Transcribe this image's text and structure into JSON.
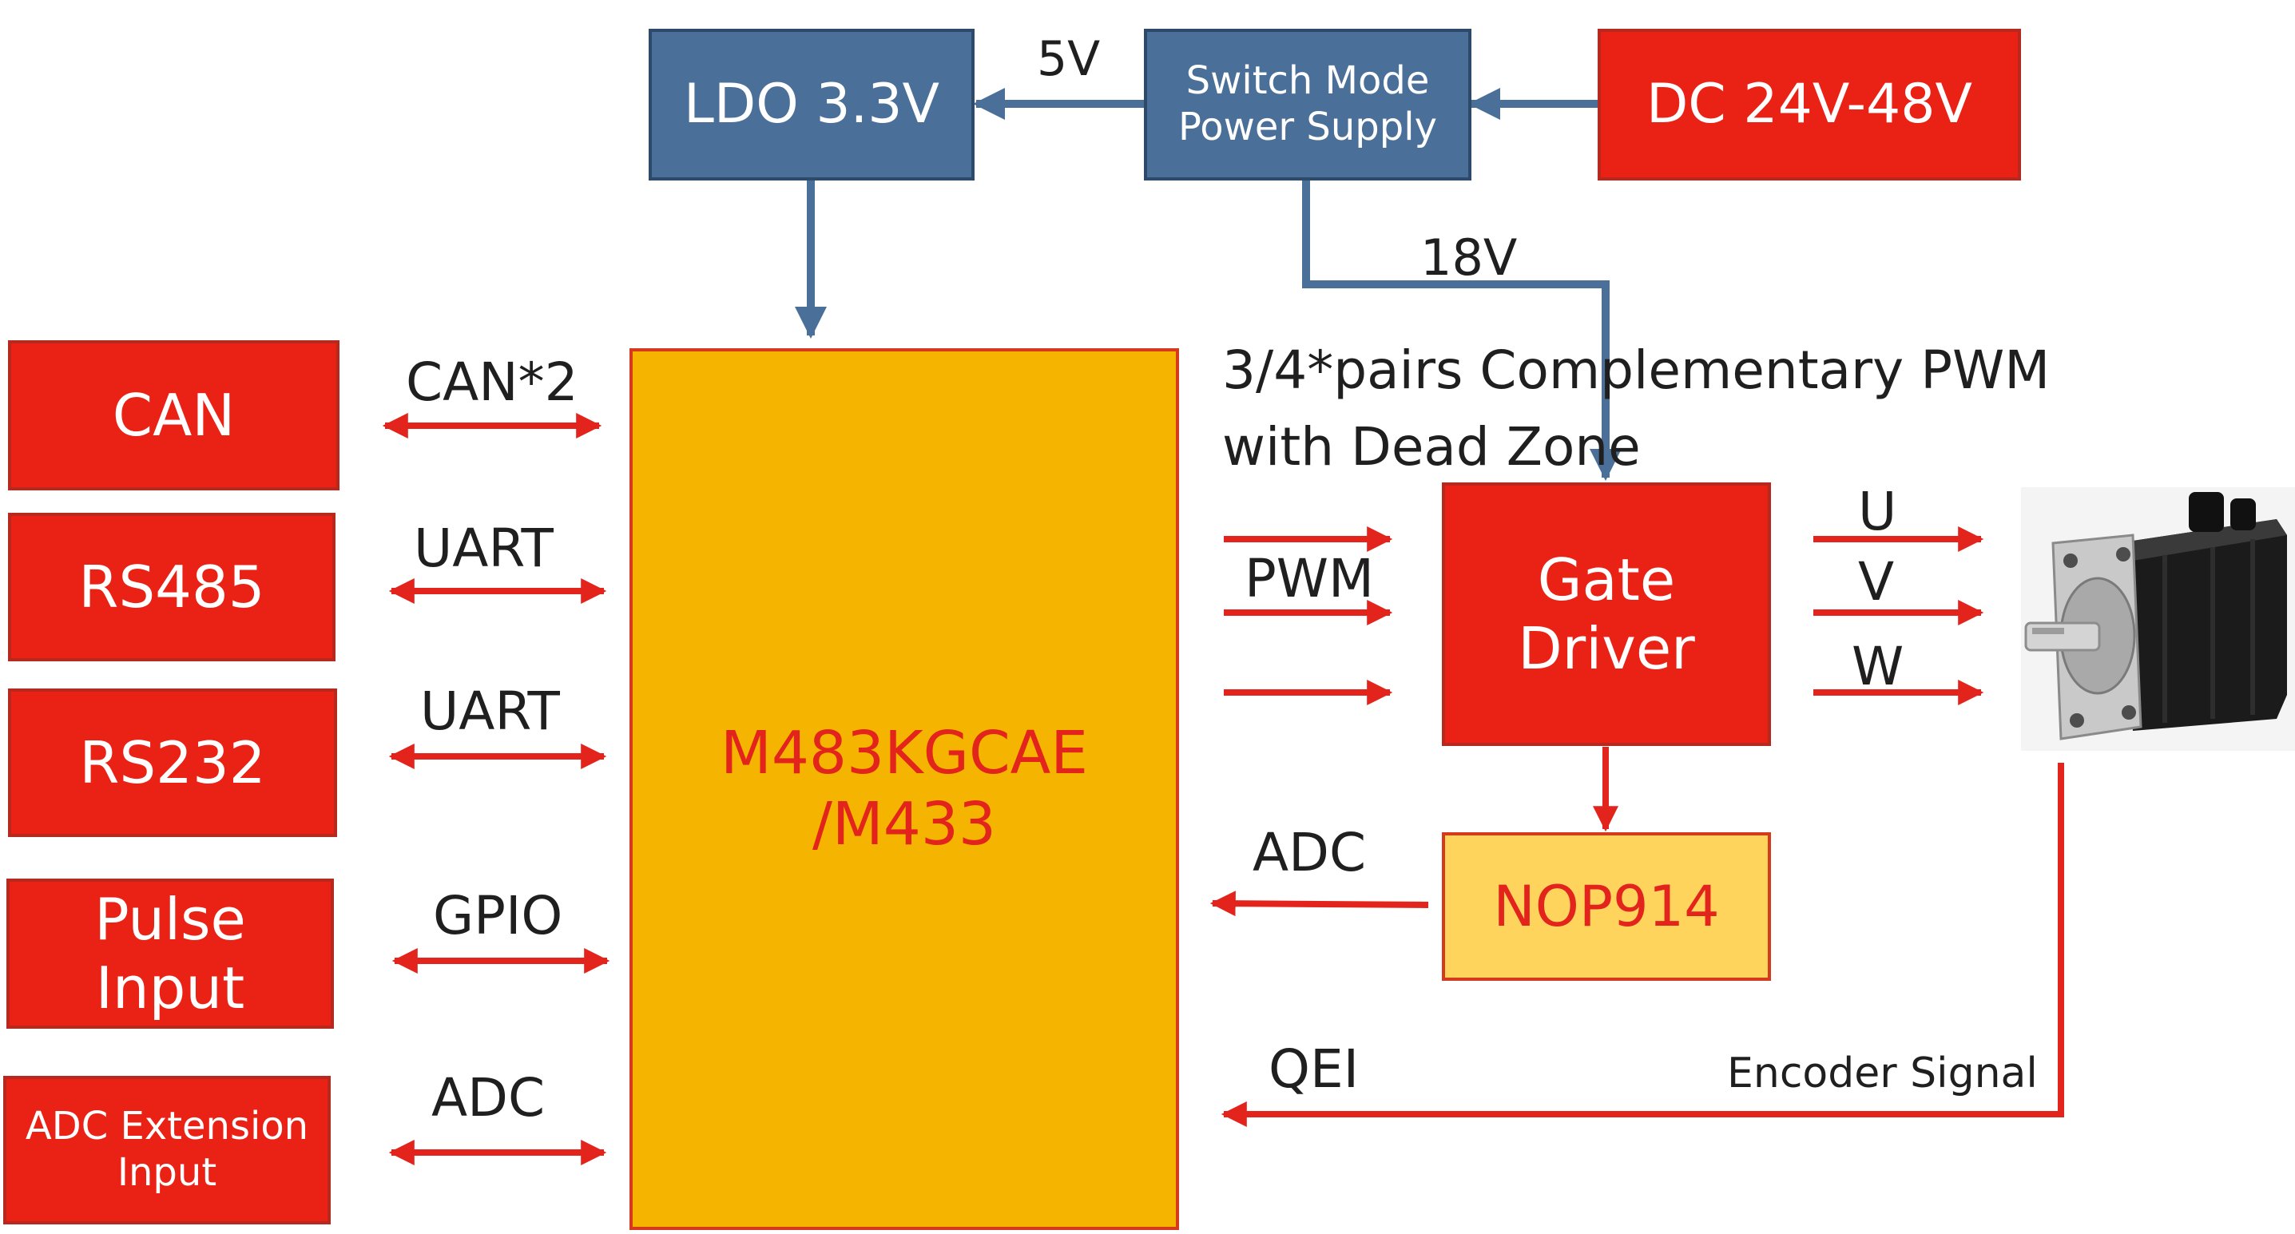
{
  "blocks": {
    "ldo": "LDO 3.3V",
    "smps": "Switch Mode\nPower Supply",
    "dc": "DC 24V-48V",
    "can": "CAN",
    "rs485": "RS485",
    "rs232": "RS232",
    "pulse": "Pulse\nInput",
    "adc_ext": "ADC Extension\nInput",
    "mcu": "M483KGCAE\n/M433",
    "gate": "Gate\nDriver",
    "nop": "NOP914"
  },
  "labels": {
    "v5": "5V",
    "v18": "18V",
    "pwm_note": "3/4*pairs Complementary PWM\nwith Dead Zone",
    "can2": "CAN*2",
    "uart1": "UART",
    "uart2": "UART",
    "gpio": "GPIO",
    "adc_left": "ADC",
    "pwm": "PWM",
    "adc_right": "ADC",
    "qei": "QEI",
    "u": "U",
    "v": "V",
    "w": "W",
    "encoder": "Encoder Signal"
  },
  "colors": {
    "red": "#ea2216",
    "blue": "#4a6f98",
    "mcu": "#f5b400",
    "amp": "#ffd45c",
    "arrow_red": "#e3241c",
    "arrow_blue": "#4a6f98"
  }
}
